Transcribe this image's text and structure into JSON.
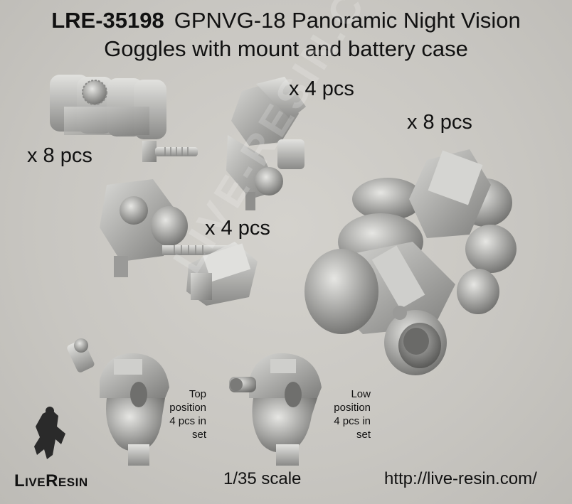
{
  "header": {
    "product_code": "LRE-35198",
    "title_line1": "GPNVG-18 Panoramic Night Vision",
    "title_line2": "Goggles with mount and battery case"
  },
  "quantities": {
    "battery_case": "x 8 pcs",
    "mount": "x 4 pcs",
    "mount_assembly": "x 4 pcs",
    "goggles": "x 8 pcs"
  },
  "captions": {
    "top_position": [
      "Top",
      "position",
      "4 pcs in",
      "set"
    ],
    "low_position": [
      "Low",
      "position",
      "4 pcs in",
      "set"
    ]
  },
  "footer": {
    "scale": "1/35 scale",
    "url": "http://live-resin.com/",
    "logo_l": "L",
    "logo_ive": "IVE",
    "logo_r": "R",
    "logo_esin": "ESIN"
  },
  "watermark": "LIVE-RESIN.COM"
}
